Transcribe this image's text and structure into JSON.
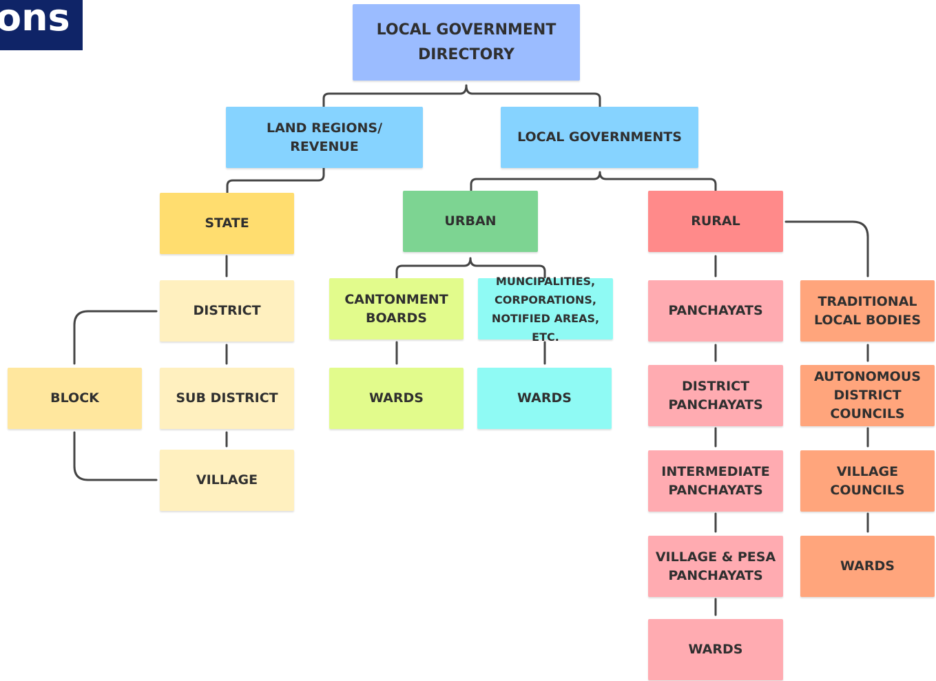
{
  "logo": {
    "text": "ons",
    "background": "#0f2467",
    "text_color": "#ffffff"
  },
  "diagram": {
    "root": "LOCAL GOVERNMENT\nDIRECTORY",
    "land_regions": "LAND REGIONS/\nREVENUE",
    "local_governments": "LOCAL GOVERNMENTS",
    "state": "STATE",
    "district": "DISTRICT",
    "block": "BLOCK",
    "sub_district": "SUB DISTRICT",
    "village": "VILLAGE",
    "urban": "URBAN",
    "cantonment_boards": "CANTONMENT\nBOARDS",
    "municipalities": "MUNCIPALITIES,\nCORPORATIONS,\nNOTIFIED AREAS, ETC.",
    "urban_wards_1": "WARDS",
    "urban_wards_2": "WARDS",
    "rural": "RURAL",
    "panchayats": "PANCHAYATS",
    "district_panchayats": "DISTRICT\nPANCHAYATS",
    "intermediate_panchayats": "INTERMEDIATE\nPANCHAYATS",
    "village_pesa_panchayats": "VILLAGE & PESA\nPANCHAYATS",
    "panchayat_wards": "WARDS",
    "traditional_local_bodies": "TRADITIONAL\nLOCAL BODIES",
    "autonomous_district_councils": "AUTONOMOUS\nDISTRICT\nCOUNCILS",
    "village_councils": "VILLAGE\nCOUNCILS",
    "traditional_wards": "WARDS"
  },
  "colors": {
    "root": "#9bbcff",
    "level2": "#86d3ff",
    "state": "#ffdd6f",
    "land_children": "#fff0bf",
    "urban": "#7dd492",
    "cantonment": "#e2fb8c",
    "municipal": "#8ffaf4",
    "rural": "#ff8a8a",
    "panchayat": "#ffabb1",
    "traditional": "#ffa57c",
    "connector": "#444444"
  }
}
